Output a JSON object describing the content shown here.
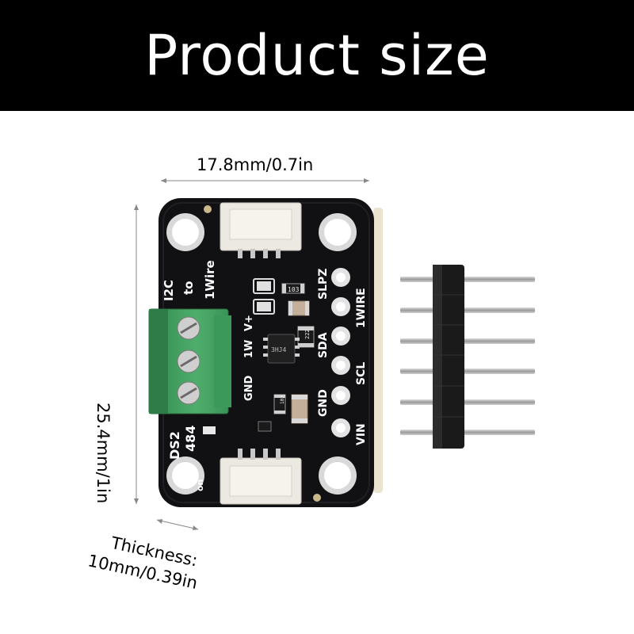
{
  "banner": {
    "title": "Product size"
  },
  "dimensions": {
    "width": "17.8mm/0.7in",
    "height": "25.4mm/1in",
    "thickness_label": "Thickness:",
    "thickness_value": "10mm/0.39in"
  },
  "board": {
    "title_line1": "I2C",
    "title_line2": "to",
    "title_line3": "1Wire",
    "part_line1": "DS2",
    "part_line2": "484",
    "pin_labels": [
      "SLPZ",
      "1WIRE",
      "SDA",
      "SCL",
      "GND",
      "VIN"
    ],
    "terminal_labels": [
      "V+",
      "1W",
      "GND"
    ],
    "resistor_labels": [
      "103",
      "222",
      "103"
    ],
    "chip_label": "3HJ4",
    "small_labels": [
      "on"
    ]
  },
  "colors": {
    "banner": "#000000",
    "pcb": "#111114",
    "terminal_block": "#3f9a5f",
    "connector": "#ece9e2",
    "pad": "#e3e3e3",
    "header_plastic": "#1a1a1a",
    "header_pins": "#b5b5b5"
  }
}
